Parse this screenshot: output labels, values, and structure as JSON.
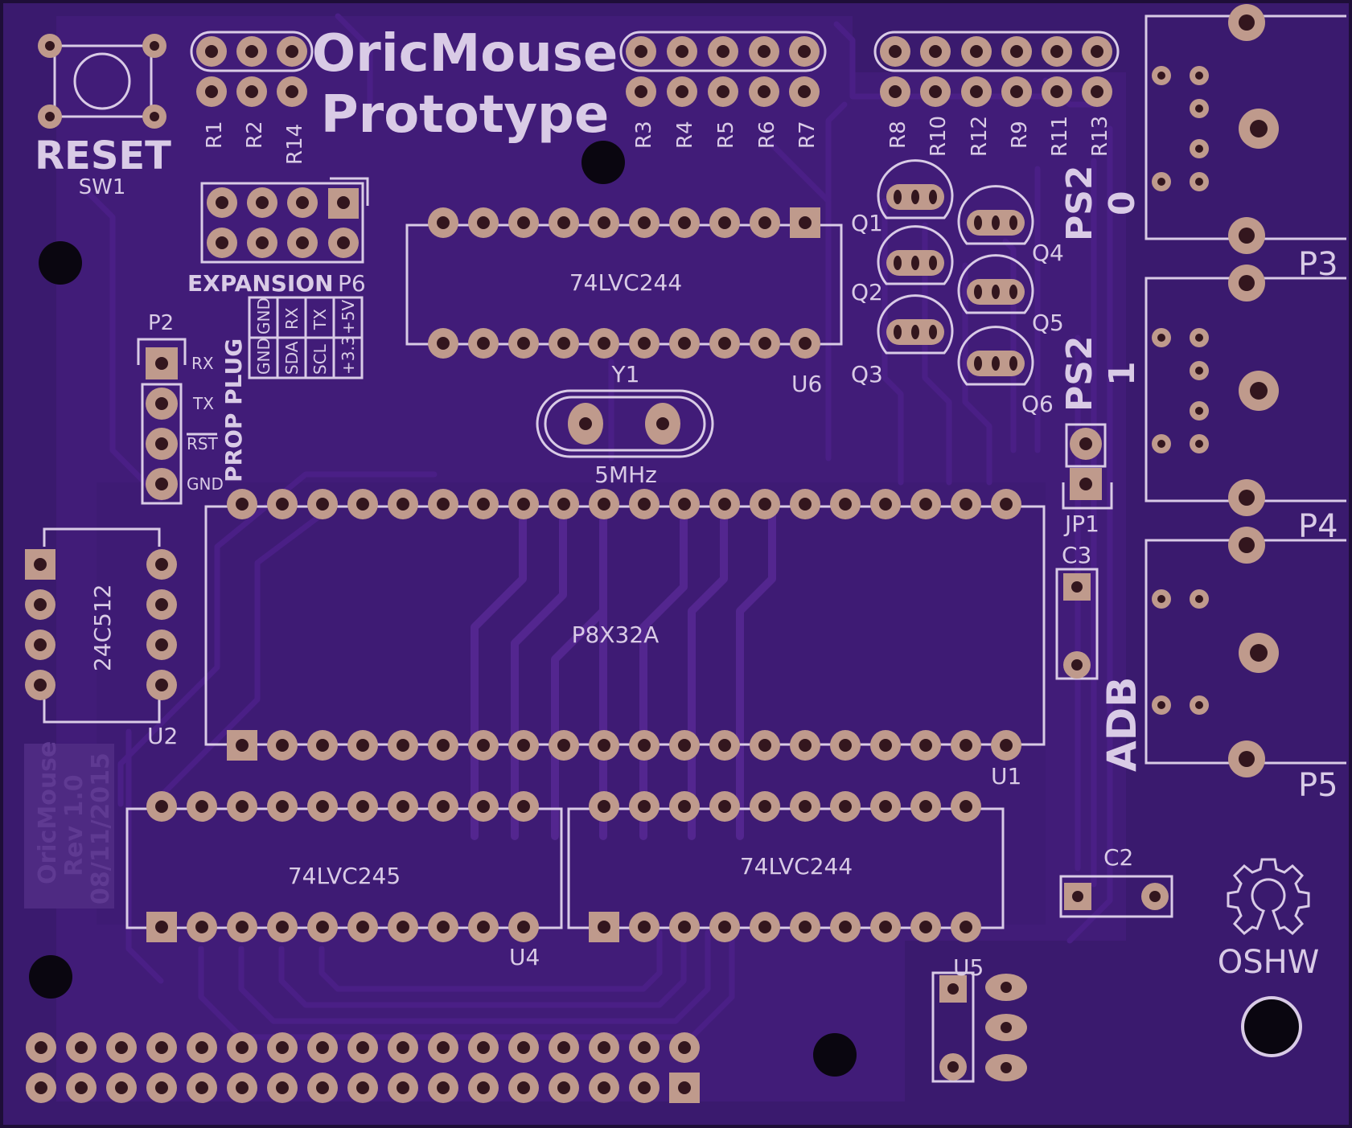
{
  "board": {
    "title_line1": "OricMouse",
    "title_line2": "Prototype",
    "colors": {
      "board": "#3a1a6e",
      "pad": "#bf9a8c",
      "silk": "#d9cbe6",
      "edge": "#1e0e38"
    }
  },
  "labels": {
    "reset": "RESET",
    "sw1": "SW1",
    "expansion": "EXPANSION",
    "p6": "P6",
    "p2": "P2",
    "prop_plug": "PROP PLUG",
    "rx": "RX",
    "tx": "TX",
    "rst": "RST",
    "gnd": "GND",
    "chip_u6": "74LVC244",
    "u6": "U6",
    "y1": "Y1",
    "crystal": "5MHz",
    "chip_u1": "P8X32A",
    "u1": "U1",
    "chip_u2": "24C512",
    "u2": "U2",
    "chip_u4": "74LVC245",
    "u4": "U4",
    "chip_u3": "74LVC244",
    "u5": "U5",
    "c2": "C2",
    "c3": "C3",
    "jp1": "JP1",
    "p3": "P3",
    "p4": "P4",
    "p5": "P5",
    "ps2": "PS2",
    "ps2_0": "0",
    "ps2_1": "1",
    "adb": "ADB",
    "oshw": "OSHW",
    "rev_line1": "OricMouse",
    "rev_line2": "Rev 1.0",
    "rev_line3": "08/11/2015"
  },
  "table_p6": {
    "top": [
      "GND",
      "RX",
      "TX",
      "+5V"
    ],
    "bottom": [
      "GND",
      "SDA",
      "SCL",
      "+3.3"
    ]
  },
  "resistors_left": [
    "R1",
    "R2",
    "R14"
  ],
  "resistors_mid": [
    "R3",
    "R4",
    "R5",
    "R6",
    "R7"
  ],
  "resistors_right": [
    "R8",
    "R10",
    "R12",
    "R9",
    "R11",
    "R13"
  ],
  "transistors": [
    "Q1",
    "Q2",
    "Q3",
    "Q4",
    "Q5",
    "Q6"
  ]
}
